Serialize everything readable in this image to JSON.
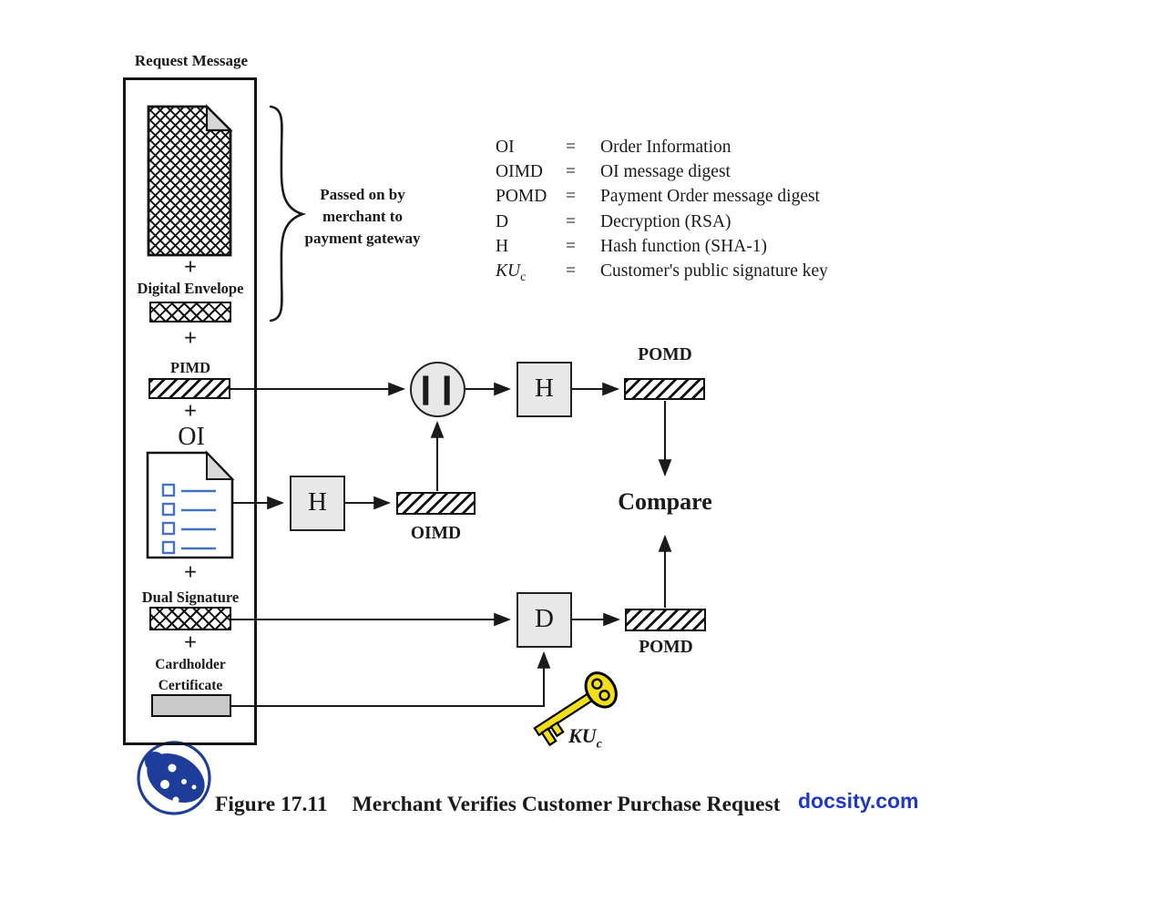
{
  "request_panel": {
    "title": "Request Message",
    "plus": "+",
    "digital_envelope_label": "Digital Envelope",
    "pimd_label": "PIMD",
    "oi_label": "OI",
    "dual_signature_label": "Dual Signature",
    "cardholder_line1": "Cardholder",
    "cardholder_line2": "Certificate"
  },
  "brace_note": {
    "line1": "Passed on by",
    "line2": "merchant to",
    "line3": "payment gateway"
  },
  "legend": {
    "rows": [
      {
        "term": "OI",
        "eq": "=",
        "def": "Order Information"
      },
      {
        "term": "OIMD",
        "eq": "=",
        "def": "OI message digest"
      },
      {
        "term": "POMD",
        "eq": "=",
        "def": "Payment Order message digest"
      },
      {
        "term": "D",
        "eq": "=",
        "def": "Decryption (RSA)"
      },
      {
        "term": "H",
        "eq": "=",
        "def": "Hash function (SHA-1)"
      },
      {
        "term": "KU",
        "term_sub": "c",
        "eq": "=",
        "def": "Customer's public signature key"
      }
    ]
  },
  "flow": {
    "concat_symbol": "||",
    "hash_top_label": "H",
    "hash_lower_label": "H",
    "decrypt_label": "D",
    "pomd_top_label": "POMD",
    "oimd_label": "OIMD",
    "pomd_bottom_label": "POMD",
    "compare_label": "Compare",
    "key_label": "KU",
    "key_label_sub": "c"
  },
  "caption": {
    "figure_number": "Figure 17.11",
    "title": "Merchant Verifies Customer Purchase Request"
  },
  "watermark": "docsity.com",
  "colors": {
    "checklist_blue": "#4472c4",
    "key_yellow": "#f2df1a",
    "logo_blue": "#1e3d9b",
    "watermark_blue": "#2137c8",
    "box_fill_gray": "#e8e8e8",
    "line_black": "#1a1a1a"
  }
}
